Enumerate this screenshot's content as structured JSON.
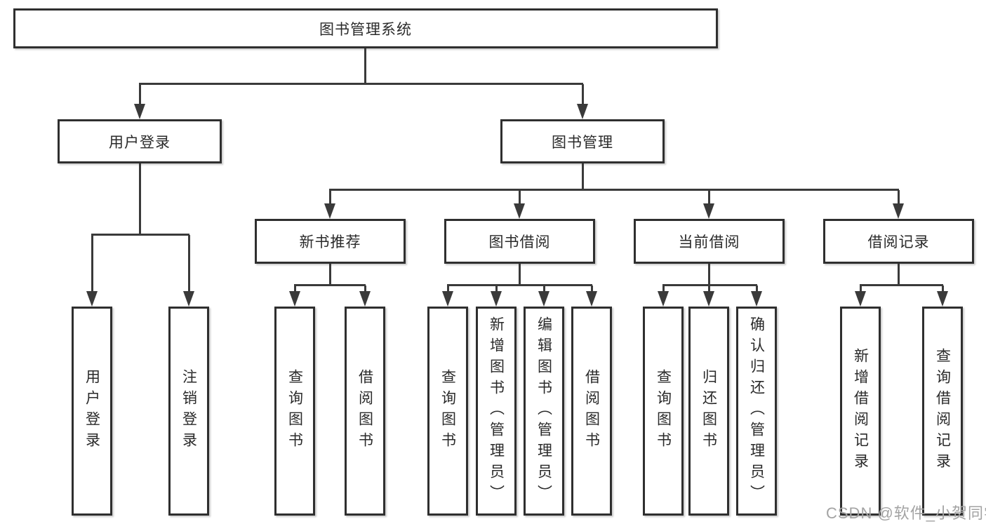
{
  "tree": {
    "root": "图书管理系统",
    "branches": [
      {
        "label": "用户登录",
        "children": [
          "用户登录",
          "注销登录"
        ]
      },
      {
        "label": "图书管理",
        "sections": [
          {
            "label": "新书推荐",
            "children": [
              "查询图书",
              "借阅图书"
            ]
          },
          {
            "label": "图书借阅",
            "children": [
              "查询图书",
              "新增图书（管理员）",
              "编辑图书（管理员）",
              "借阅图书"
            ]
          },
          {
            "label": "当前借阅",
            "children": [
              "查询图书",
              "归还图书",
              "确认归还（管理员）"
            ]
          },
          {
            "label": "借阅记录",
            "children": [
              "新增借阅记录",
              "查询借阅记录"
            ]
          }
        ]
      }
    ]
  },
  "watermark": "CSDN @软件_小贺同学",
  "colors": {
    "background": "#ffffff",
    "line": "#3a3a3a",
    "box_border": "#2f2f2f",
    "text": "#2a2a2a",
    "watermark": "#a3a3a3"
  }
}
